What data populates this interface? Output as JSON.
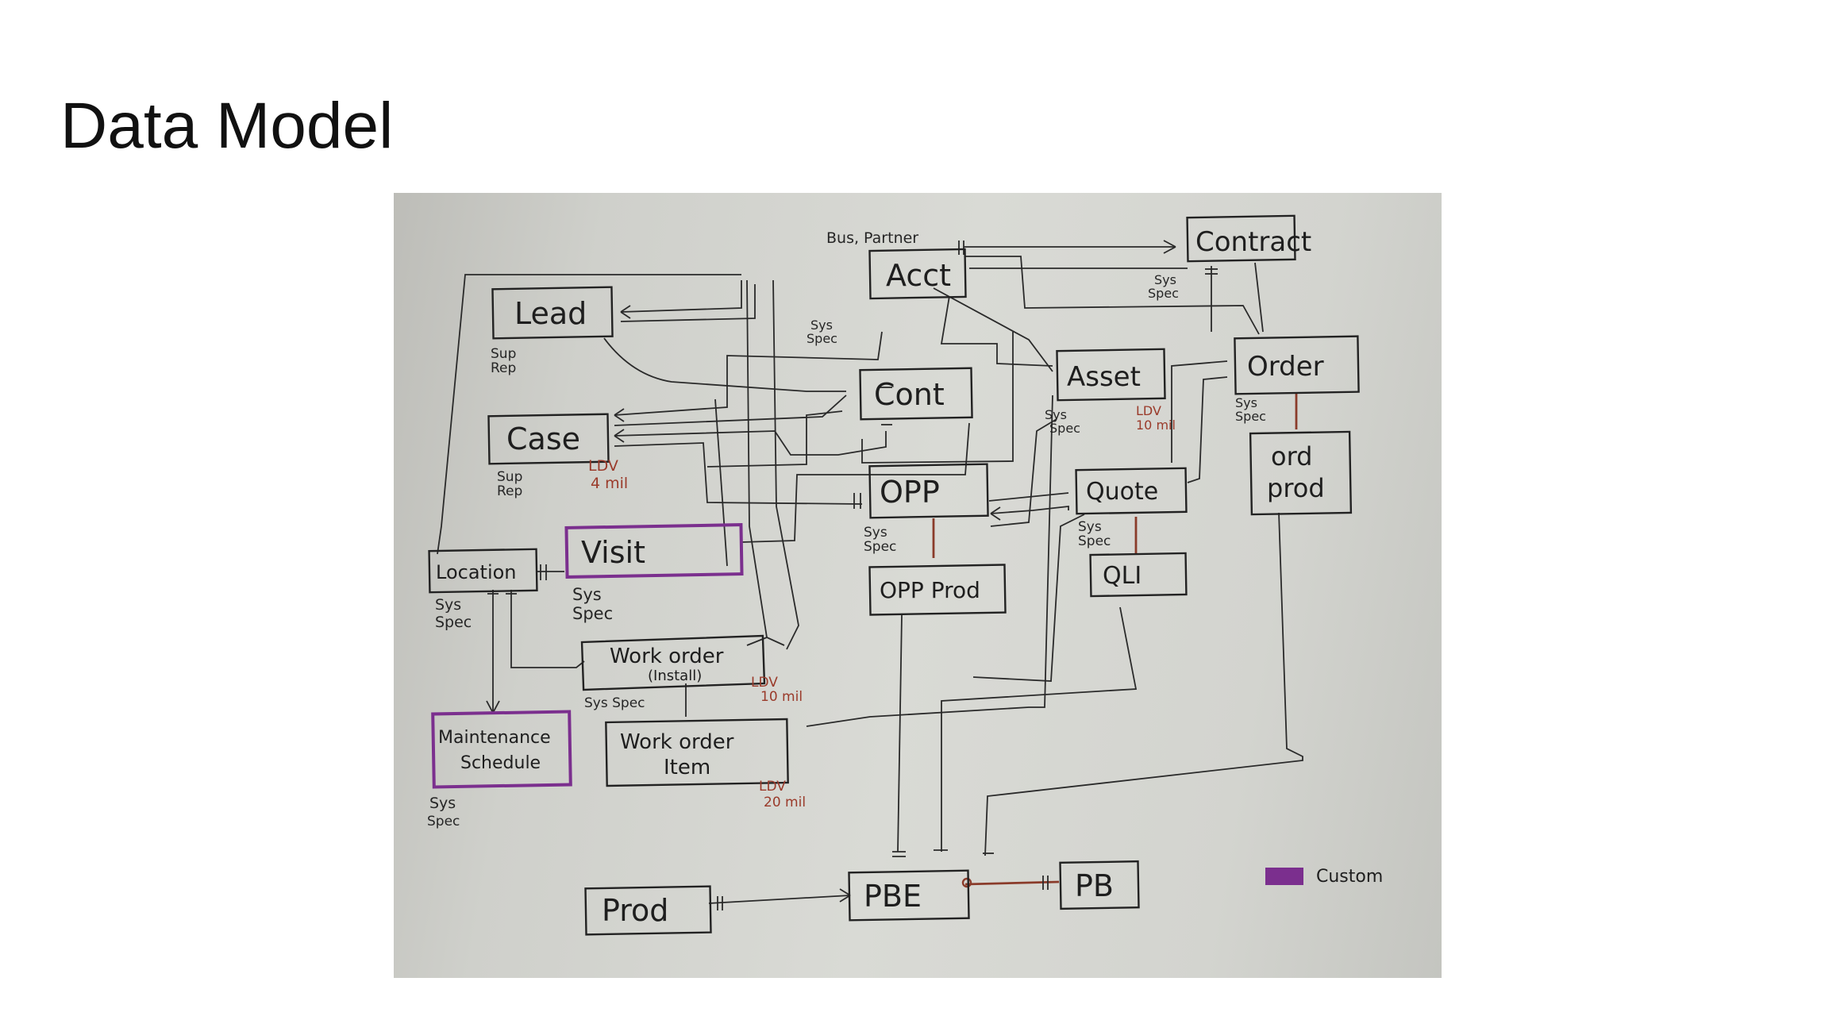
{
  "title": "Data Model",
  "entities": {
    "acct": "Acct",
    "contract": "Contract",
    "lead": "Lead",
    "cont": "Cont",
    "asset": "Asset",
    "order": "Order",
    "case": "Case",
    "opp": "OPP",
    "quote": "Quote",
    "ord_prod_line1": "ord",
    "ord_prod_line2": "prod",
    "location": "Location",
    "visit": "Visit",
    "opp_prod": "OPP Prod",
    "qli": "QLI",
    "work_order_line1": "Work order",
    "work_order_line2": "(Install)",
    "maintenance_line1": "Maintenance",
    "maintenance_line2": "Schedule",
    "work_order_item_line1": "Work order",
    "work_order_item_line2": "Item",
    "prod": "Prod",
    "pbe": "PBE",
    "pb": "PB"
  },
  "notes": {
    "bus_partner": "Bus, Partner",
    "sys": "Sys",
    "spec": "Spec",
    "sys_spec": "Sys Spec",
    "sup": "Sup",
    "rep": "Rep",
    "ldv": "LDV",
    "ldv_4mil": "4 mil",
    "ldv_10mil": "10 mil",
    "ldv_20mil": "20 mil"
  },
  "legend": {
    "custom_label": "Custom",
    "custom_color": "#7b2f8e"
  },
  "colors": {
    "ink": "#222222",
    "ldv_red": "#9a3a2a",
    "custom_purple": "#7b2f8e"
  }
}
